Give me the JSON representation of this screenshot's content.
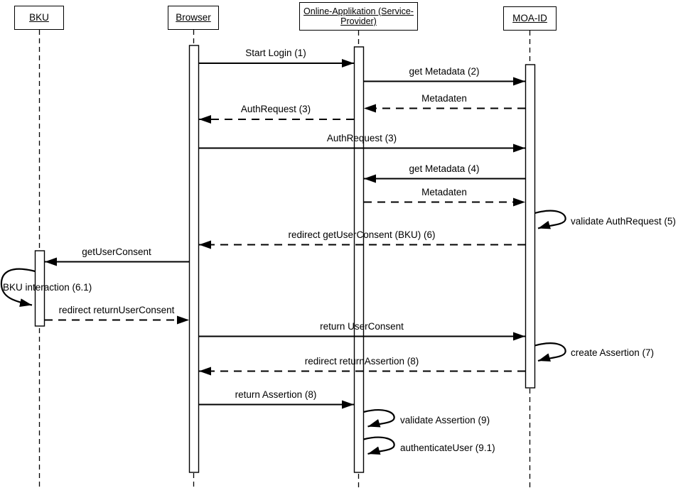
{
  "diagram": {
    "type": "uml-sequence-diagram",
    "colors": {
      "stroke": "#000000",
      "background": "#ffffff",
      "fill": "#ffffff"
    },
    "actors": [
      {
        "id": "bku",
        "label_lines": [
          "BKU"
        ]
      },
      {
        "id": "browser",
        "label_lines": [
          "Browser"
        ]
      },
      {
        "id": "online-applikation",
        "label_lines": [
          "Online-Applikation (Service-",
          "Provider)"
        ]
      },
      {
        "id": "moa-id",
        "label_lines": [
          "MOA-ID"
        ]
      }
    ],
    "messages": [
      {
        "label": "Start Login (1)",
        "from": "Browser",
        "to": "Online-Applikation",
        "line": "solid"
      },
      {
        "label": "get Metadata (2)",
        "from": "Online-Applikation",
        "to": "MOA-ID",
        "line": "solid"
      },
      {
        "label": "Metadaten",
        "from": "MOA-ID",
        "to": "Online-Applikation",
        "line": "dashed"
      },
      {
        "label": "AuthRequest (3)",
        "from": "Online-Applikation",
        "to": "Browser",
        "line": "dashed"
      },
      {
        "label": "AuthRequest (3)",
        "from": "Browser",
        "to": "MOA-ID",
        "line": "solid"
      },
      {
        "label": "get Metadata (4)",
        "from": "MOA-ID",
        "to": "Online-Applikation",
        "line": "solid"
      },
      {
        "label": "Metadaten",
        "from": "Online-Applikation",
        "to": "MOA-ID",
        "line": "dashed"
      },
      {
        "label": "validate AuthRequest (5)",
        "from": "MOA-ID",
        "to": "MOA-ID",
        "line": "self"
      },
      {
        "label": "redirect getUserConsent (BKU) (6)",
        "from": "MOA-ID",
        "to": "Browser",
        "line": "dashed"
      },
      {
        "label": "getUserConsent",
        "from": "Browser",
        "to": "BKU",
        "line": "solid"
      },
      {
        "label": "BKU interaction (6.1)",
        "from": "BKU",
        "to": "BKU",
        "line": "self"
      },
      {
        "label": "redirect returnUserConsent",
        "from": "BKU",
        "to": "Browser",
        "line": "dashed"
      },
      {
        "label": "return UserConsent",
        "from": "Browser",
        "to": "MOA-ID",
        "line": "solid"
      },
      {
        "label": "create Assertion (7)",
        "from": "MOA-ID",
        "to": "MOA-ID",
        "line": "self"
      },
      {
        "label": "redirect returnAssertion (8)",
        "from": "MOA-ID",
        "to": "Browser",
        "line": "dashed"
      },
      {
        "label": "return Assertion (8)",
        "from": "Browser",
        "to": "Online-Applikation",
        "line": "solid"
      },
      {
        "label": "validate Assertion (9)",
        "from": "Online-Applikation",
        "to": "Online-Applikation",
        "line": "self"
      },
      {
        "label": "authenticateUser (9.1)",
        "from": "Online-Applikation",
        "to": "Online-Applikation",
        "line": "self"
      }
    ]
  }
}
